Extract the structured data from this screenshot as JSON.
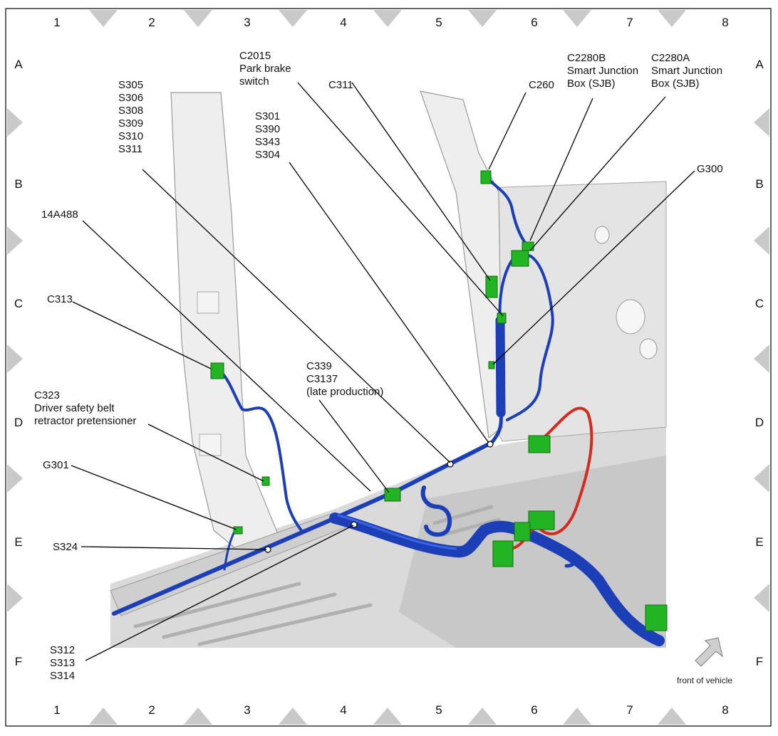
{
  "grid": {
    "columns": [
      "1",
      "2",
      "3",
      "4",
      "5",
      "6",
      "7",
      "8"
    ],
    "rows": [
      "A",
      "B",
      "C",
      "D",
      "E",
      "F"
    ]
  },
  "callouts": {
    "c2015": [
      "C2015",
      "Park brake",
      "switch"
    ],
    "c2280b": [
      "C2280B",
      "Smart Junction",
      "Box (SJB)"
    ],
    "c2280a": [
      "C2280A",
      "Smart Junction",
      "Box (SJB)"
    ],
    "s305": [
      "S305",
      "S306",
      "S308",
      "S309",
      "S310",
      "S311"
    ],
    "c311": [
      "C311"
    ],
    "c260": [
      "C260"
    ],
    "s301": [
      "S301",
      "S390",
      "S343",
      "S304"
    ],
    "g300": [
      "G300"
    ],
    "p14a488": [
      "14A488"
    ],
    "c313": [
      "C313"
    ],
    "c339": [
      "C339",
      "C3137",
      "(late production)"
    ],
    "c323": [
      "C323",
      "Driver safety belt",
      "retractor pretensioner"
    ],
    "g301": [
      "G301"
    ],
    "s324": [
      "S324"
    ],
    "s312": [
      "S312",
      "S313",
      "S314"
    ]
  },
  "direction_label": "front of vehicle",
  "colors": {
    "harness": "#1c3fb8",
    "connector": "#22b422",
    "ground_wire": "#d42a1e",
    "grid_marker": "#c9c9c9"
  }
}
